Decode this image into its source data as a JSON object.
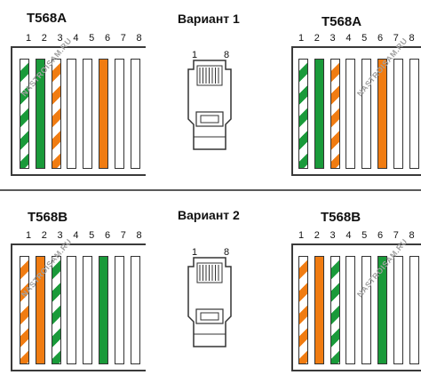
{
  "colors": {
    "green": "#1a9a3a",
    "orange": "#f07c12",
    "white": "#ffffff",
    "outline": "#333333",
    "divider": "#5a5a5a"
  },
  "watermark": "NASTROISAM.RU",
  "pin_numbers": [
    "1",
    "2",
    "3",
    "4",
    "5",
    "6",
    "7",
    "8"
  ],
  "plug_pins": {
    "first": "1",
    "last": "8"
  },
  "sections": [
    {
      "variant": "Вариант 1",
      "left_label": "T568A",
      "right_label": "T568A",
      "left_wires": [
        "white-green",
        "green",
        "white-orange",
        "white",
        "white",
        "orange",
        "white",
        "white"
      ],
      "right_wires": [
        "white-green",
        "green",
        "white-orange",
        "white",
        "white",
        "orange",
        "white",
        "white"
      ]
    },
    {
      "variant": "Вариант 2",
      "left_label": "T568B",
      "right_label": "T568B",
      "left_wires": [
        "white-orange",
        "orange",
        "white-green",
        "white",
        "white",
        "green",
        "white",
        "white"
      ],
      "right_wires": [
        "white-orange",
        "orange",
        "white-green",
        "white",
        "white",
        "green",
        "white",
        "white"
      ]
    }
  ]
}
